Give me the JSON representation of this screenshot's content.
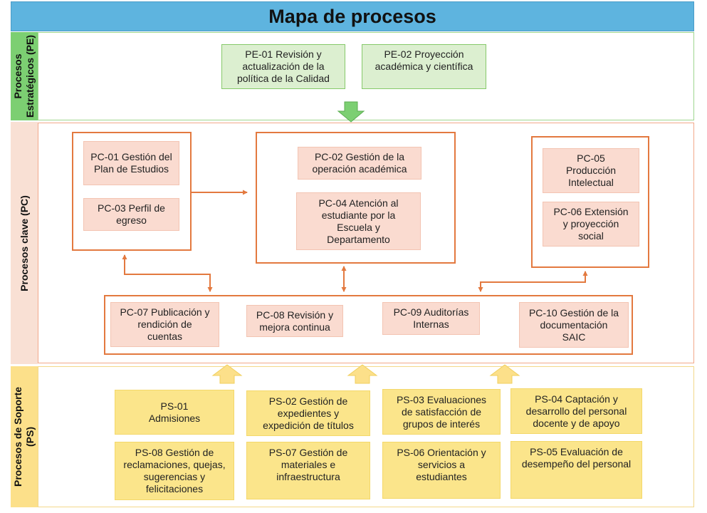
{
  "title": "Mapa de procesos",
  "bands": {
    "pe": "Procesos\nEstratégicos (PE)",
    "pc": "Procesos clave (PC)",
    "ps": "Procesos de Soporte\n(PS)"
  },
  "pe": {
    "pe01": "PE-01 Revisión y\nactualización de la\npolítica de la Calidad",
    "pe02": "PE-02  Proyección\nacadémica y científica"
  },
  "pc": {
    "pc01": "PC-01 Gestión del\nPlan de Estudios",
    "pc03": "PC-03 Perfil de\negreso",
    "pc02": "PC-02 Gestión de la\noperación académica",
    "pc04": "PC-04 Atención al\nestudiante por la\nEscuela y\nDepartamento",
    "pc05": "PC-05\nProducción\nIntelectual",
    "pc06": "PC-06 Extensión\ny proyección\nsocial",
    "pc07": "PC-07 Publicación y\nrendición de\ncuentas",
    "pc08": "PC-08 Revisión y\nmejora continua",
    "pc09": "PC-09 Auditorías\nInternas",
    "pc10": "PC-10 Gestión de la\ndocumentación\nSAIC"
  },
  "ps": {
    "ps01": "PS-01\nAdmisiones",
    "ps02": "PS-02 Gestión de\nexpedientes y\nexpedición de títulos",
    "ps03": "PS-03 Evaluaciones\nde satisfacción de\ngrupos de interés",
    "ps04": "PS-04 Captación y\ndesarrollo del personal\ndocente y de apoyo",
    "ps08": "PS-08 Gestión de\nreclamaciones, quejas,\nsugerencias y\nfelicitaciones",
    "ps07": "PS-07 Gestión de\nmateriales e\ninfraestructura",
    "ps06": "PS-06 Orientación y\nservicios a\nestudiantes",
    "ps05": "PS-05 Evaluación de\ndesempeño del personal"
  },
  "colors": {
    "title_bg": "#5eb4df",
    "strategic": "#7ccf72",
    "key": "#f9e0d4",
    "support": "#fce08a",
    "connector": "#e3793f"
  }
}
